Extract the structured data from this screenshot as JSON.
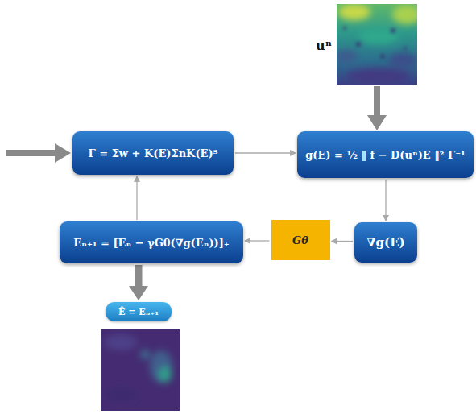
{
  "diagram": {
    "nodes": [
      {
        "text": [
          "Γ = Σw + K(E)ΣnK(E)ᵀ"
        ]
      },
      {
        "text": [
          "g(E) = ½ ‖ f − D(uⁿ)E ‖² Γ⁻¹"
        ]
      },
      {
        "text": [
          "∇g(E)"
        ]
      },
      {
        "text": [
          "Gθ"
        ]
      },
      {
        "text": [
          "Eₙ₊₁ = [Eₙ − γGθ(∇g(Eₙ))]₊"
        ]
      },
      {
        "text": [
          "Ê = Eₙ₊₁"
        ]
      }
    ],
    "edges": [
      {
        "from": 0,
        "to": 1,
        "arrow": "to"
      },
      {
        "from": 1,
        "to": 2,
        "arrow": "to"
      },
      {
        "from": 2,
        "to": 3,
        "arrow": "to"
      },
      {
        "from": 3,
        "to": 4,
        "arrow": "to"
      },
      {
        "from": 4,
        "to": 0,
        "arrow": "to"
      },
      {
        "from": 4,
        "to": 5,
        "arrow": "to"
      }
    ],
    "labels": [
      "uⁿ"
    ]
  }
}
